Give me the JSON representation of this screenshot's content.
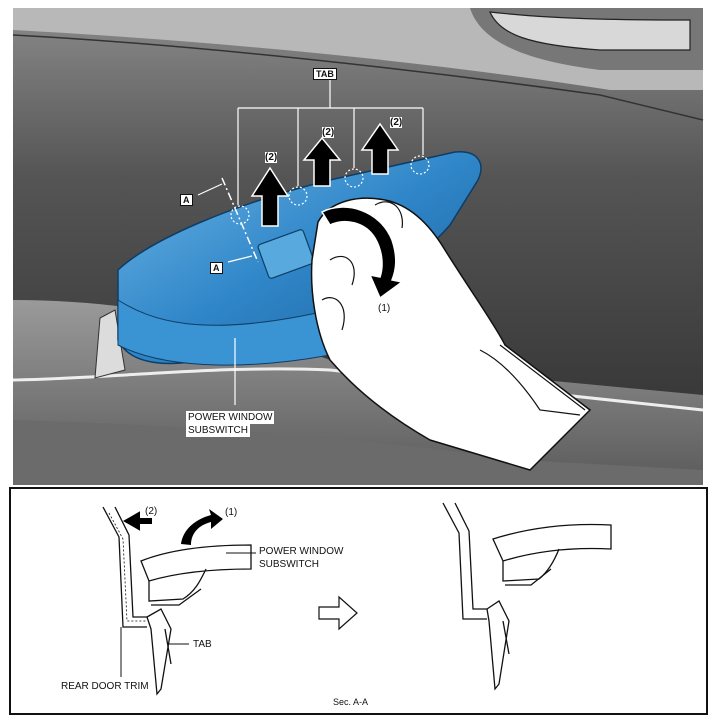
{
  "labels": {
    "tab_top": "TAB",
    "step2_a": "(2)",
    "step2_b": "(2)",
    "step2_c": "(2)",
    "step1_top": "(1)",
    "section_marker_a_upper": "A",
    "section_marker_a_lower": "A",
    "power_window_subswitch_line1": "POWER WINDOW",
    "power_window_subswitch_line2": "SUBSWITCH"
  },
  "section": {
    "step2": "(2)",
    "step1": "(1)",
    "power_window_line1": "POWER WINDOW",
    "power_window_line2": "SUBSWITCH",
    "tab": "TAB",
    "rear_door_trim": "REAR DOOR TRIM",
    "caption": "Sec. A-A"
  },
  "colors": {
    "switch_blue": "#2f86c8",
    "door_gray_dark": "#3c3c3c",
    "door_gray_mid": "#7a7a7a",
    "door_gray_light": "#bdbdbd"
  }
}
